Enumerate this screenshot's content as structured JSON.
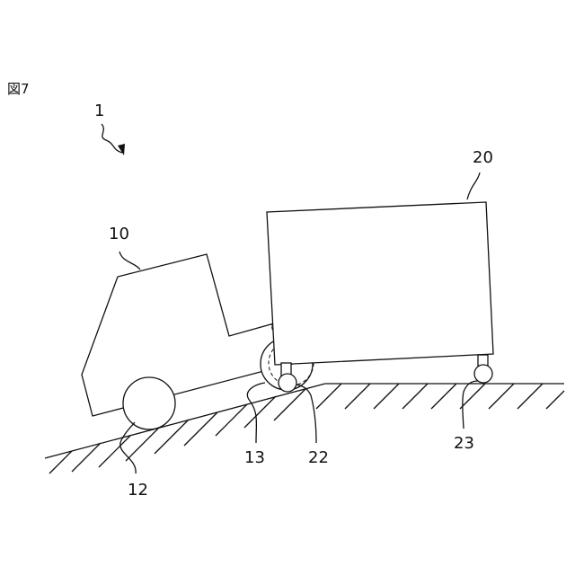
{
  "figure": {
    "title": "図7",
    "labels": {
      "assembly": "1",
      "tractor": "10",
      "front_wheel": "12",
      "rear_wheel": "13",
      "container": "20",
      "front_caster": "22",
      "rear_caster": "23"
    }
  }
}
